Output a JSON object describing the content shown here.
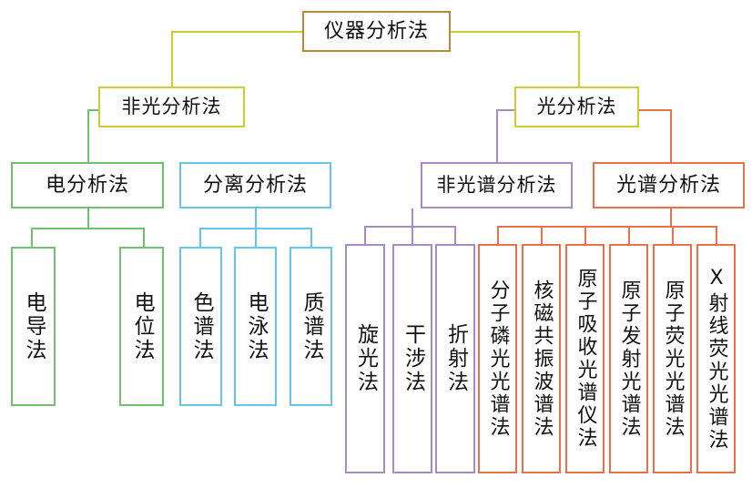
{
  "diagram": {
    "title": "仪器分析法",
    "type": "hierarchy-tree",
    "orientation": "top-down",
    "palette": {
      "root": "#b58a3c",
      "level2": "#cdcc33",
      "electro": "#70bf73",
      "separation": "#68c5e8",
      "nonspectral": "#a98bc4",
      "spectral": "#e8714a",
      "text": "#111111",
      "background": "#ffffff"
    },
    "root": {
      "label": "仪器分析法",
      "color": "#b58a3c"
    },
    "level2": [
      {
        "label": "非光分析法",
        "color": "#cdcc33"
      },
      {
        "label": "光分析法",
        "color": "#cdcc33"
      }
    ],
    "level3": [
      {
        "label": "电分析法",
        "color": "#70bf73",
        "parent": "非光分析法"
      },
      {
        "label": "分离分析法",
        "color": "#68c5e8",
        "parent": "非光分析法"
      },
      {
        "label": "非光谱分析法",
        "color": "#a98bc4",
        "parent": "光分析法"
      },
      {
        "label": "光谱分析法",
        "color": "#e8714a",
        "parent": "光分析法"
      }
    ],
    "groups": [
      {
        "name": "电分析法",
        "color": "#70bf73",
        "leaves": [
          {
            "label": "电导法"
          },
          {
            "label": "电位法"
          }
        ]
      },
      {
        "name": "分离分析法",
        "color": "#68c5e8",
        "leaves": [
          {
            "label": "色谱法"
          },
          {
            "label": "电泳法"
          },
          {
            "label": "质谱法"
          }
        ]
      },
      {
        "name": "非光谱分析法",
        "color": "#a98bc4",
        "leaves": [
          {
            "label": "旋光法"
          },
          {
            "label": "干涉法"
          },
          {
            "label": "折射法"
          }
        ]
      },
      {
        "name": "光谱分析法",
        "color": "#e8714a",
        "leaves": [
          {
            "label": "分子磷光光谱法"
          },
          {
            "label": "核磁共振波谱法"
          },
          {
            "label": "原子吸收光谱仪法"
          },
          {
            "label": "原子发射光谱法"
          },
          {
            "label": "原子荧光光谱法"
          },
          {
            "label": "X射线荧光光谱法"
          }
        ]
      }
    ]
  }
}
